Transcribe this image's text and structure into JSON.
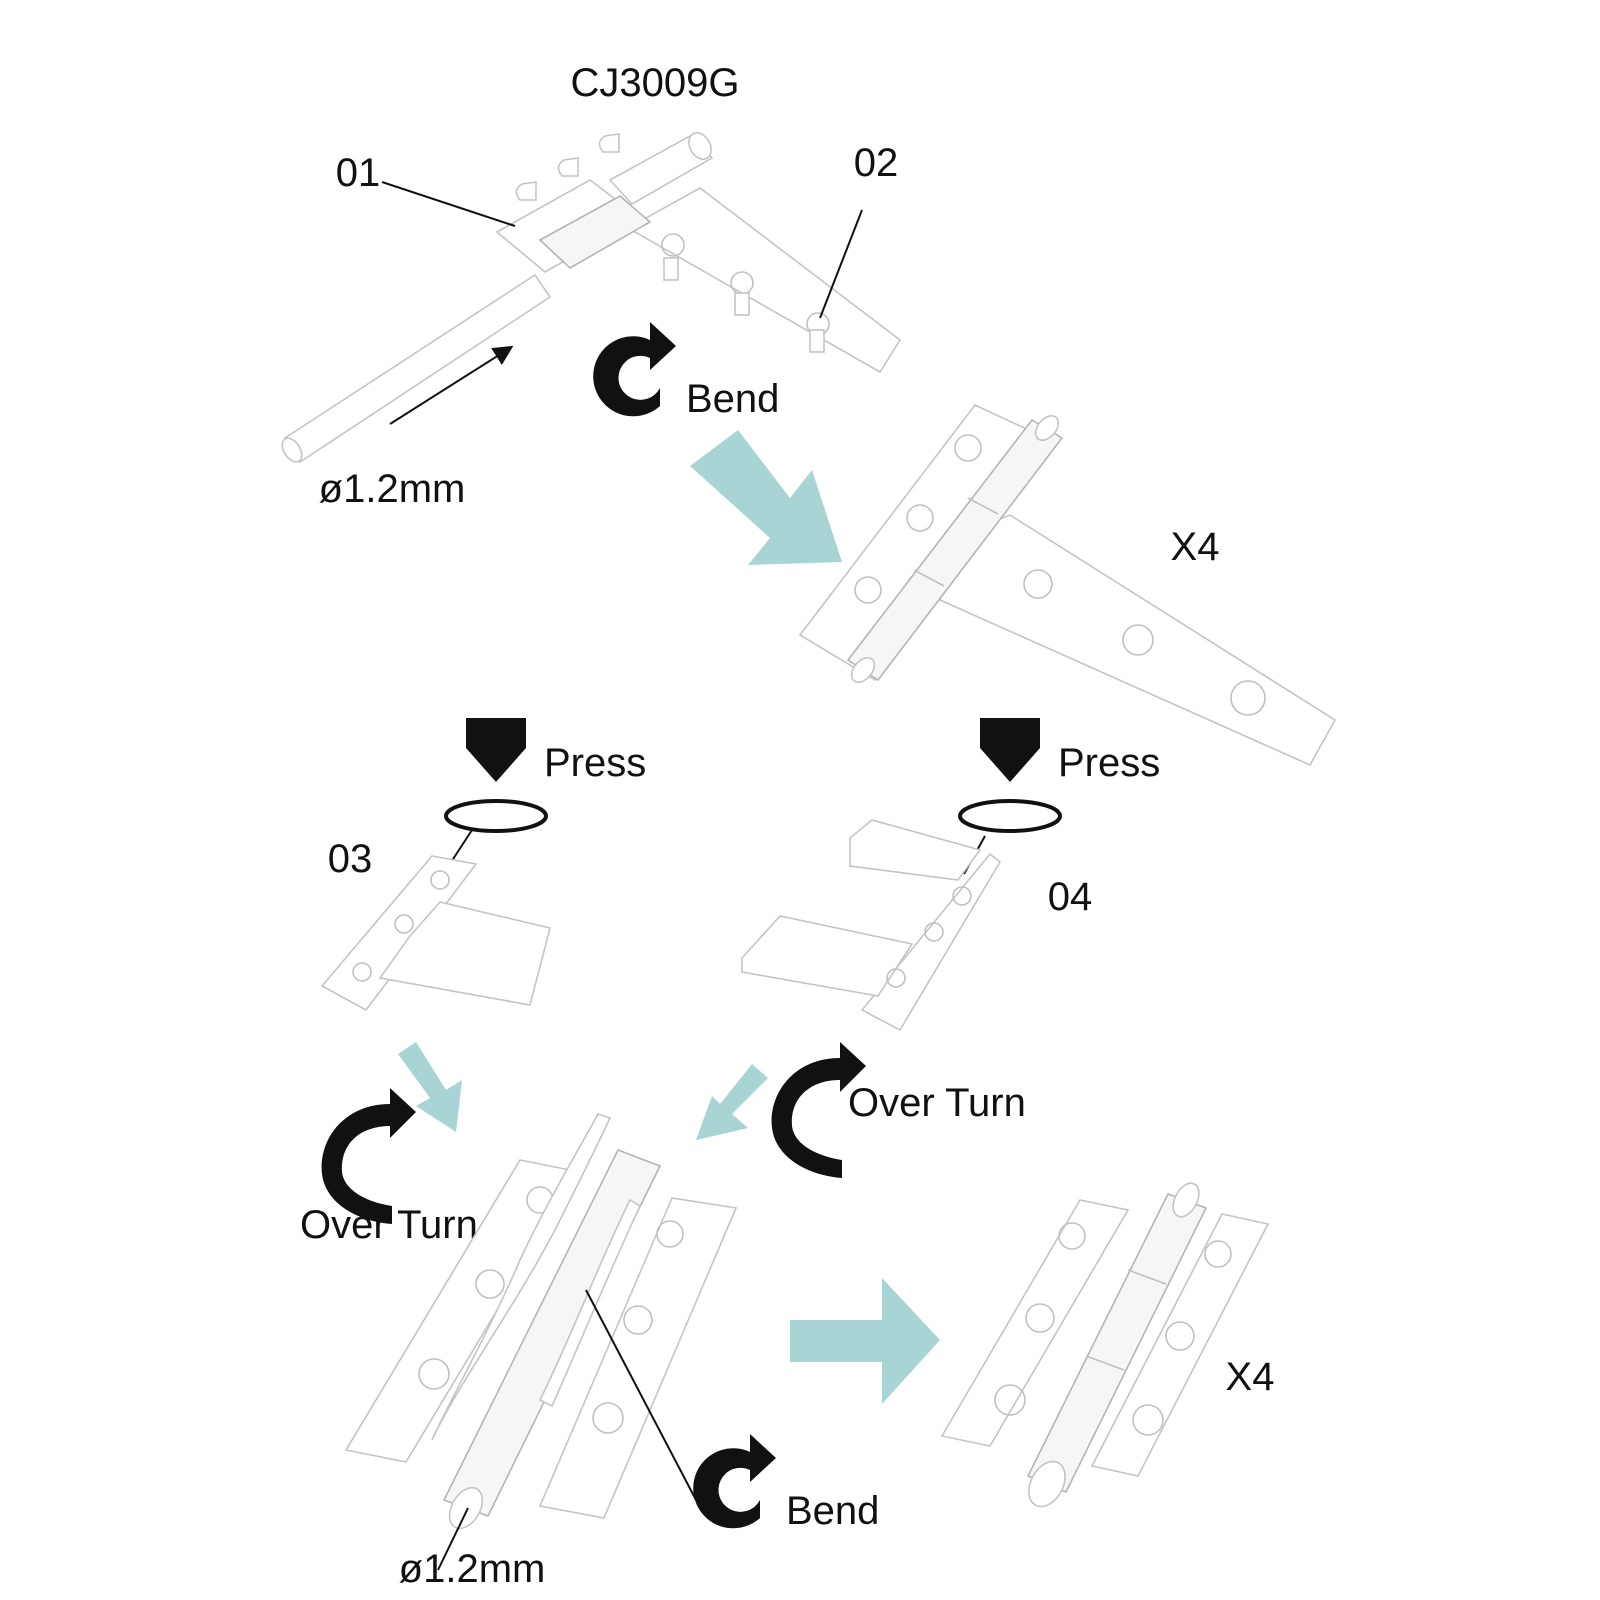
{
  "title": "CJ3009G",
  "parts": {
    "p01": "01",
    "p02": "02",
    "p03": "03",
    "p04": "04"
  },
  "wire": {
    "top": "ø1.2mm",
    "bottom": "ø1.2mm"
  },
  "actions": {
    "bend_top": "Bend",
    "bend_bottom": "Bend",
    "press_left": "Press",
    "press_right": "Press",
    "over_turn_left": "Over Turn",
    "over_turn_right": "Over Turn"
  },
  "quantity": {
    "tee_hinge": "X4",
    "butt_hinge": "X4"
  },
  "colors": {
    "flow_arrow": "#a9d4d6",
    "symbol": "#111111",
    "part_outline": "#c4c4c4"
  },
  "icons": [
    "bend-arrow-icon",
    "press-pointer-icon",
    "over-turn-arrow-icon",
    "flow-arrow-icon"
  ]
}
